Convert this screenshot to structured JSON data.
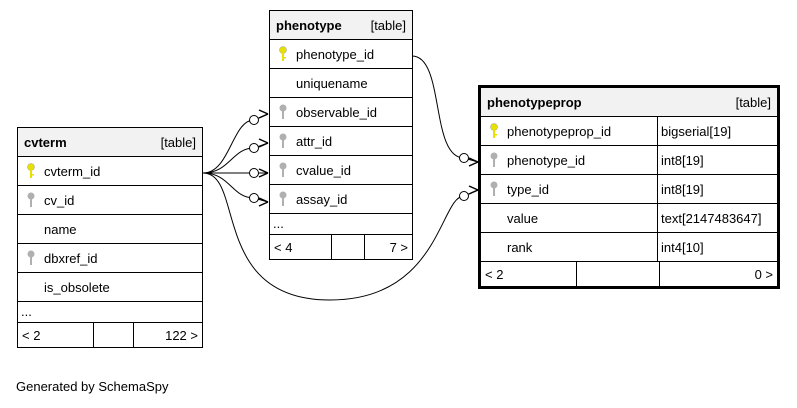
{
  "footer_text": "Generated by SchemaSpy",
  "tables": {
    "cvterm": {
      "name": "cvterm",
      "kind": "[table]",
      "columns": [
        {
          "name": "cvterm_id",
          "key": "primary"
        },
        {
          "name": "cv_id",
          "key": "foreign"
        },
        {
          "name": "name",
          "key": "none"
        },
        {
          "name": "dbxref_id",
          "key": "foreign"
        },
        {
          "name": "is_obsolete",
          "key": "none"
        }
      ],
      "more": "...",
      "parents": "< 2",
      "children": "122 >"
    },
    "phenotype": {
      "name": "phenotype",
      "kind": "[table]",
      "columns": [
        {
          "name": "phenotype_id",
          "key": "primary"
        },
        {
          "name": "uniquename",
          "key": "none"
        },
        {
          "name": "observable_id",
          "key": "foreign"
        },
        {
          "name": "attr_id",
          "key": "foreign"
        },
        {
          "name": "cvalue_id",
          "key": "foreign"
        },
        {
          "name": "assay_id",
          "key": "foreign"
        }
      ],
      "more": "...",
      "parents": "< 4",
      "children": "7 >"
    },
    "phenotypeprop": {
      "name": "phenotypeprop",
      "kind": "[table]",
      "columns": [
        {
          "name": "phenotypeprop_id",
          "type": "bigserial[19]",
          "key": "primary"
        },
        {
          "name": "phenotype_id",
          "type": "int8[19]",
          "key": "foreign"
        },
        {
          "name": "type_id",
          "type": "int8[19]",
          "key": "foreign"
        },
        {
          "name": "value",
          "type": "text[2147483647]",
          "key": "none"
        },
        {
          "name": "rank",
          "type": "int4[10]",
          "key": "none"
        }
      ],
      "parents": "< 2",
      "children": "0 >"
    }
  },
  "colors": {
    "primary_key": "#e8e000",
    "foreign_key": "#b0b0b0",
    "header_bg": "#f2f2f2"
  }
}
